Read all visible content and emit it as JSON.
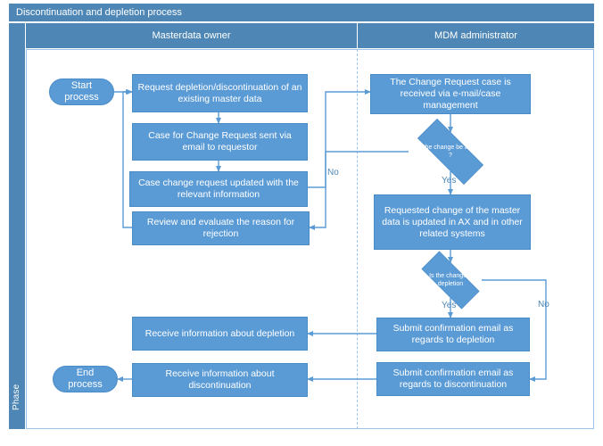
{
  "diagram": {
    "title": "Discontinuation and depletion process",
    "phase_label": "Phase",
    "accent_color": "#4E87B5",
    "shape_color": "#5B9BD5",
    "lane_border_color": "#9DC3E6"
  },
  "lanes": [
    {
      "id": "masterdata-owner",
      "label": "Masterdata owner"
    },
    {
      "id": "mdm-administrator",
      "label": "MDM administrator"
    }
  ],
  "nodes": {
    "start": {
      "label": "Start process",
      "type": "terminator",
      "lane": "masterdata-owner"
    },
    "request": {
      "label": "Request depletion/discontinuation of an existing master data",
      "type": "process",
      "lane": "masterdata-owner"
    },
    "case_sent": {
      "label": "Case for Change Request sent via email to requestor",
      "type": "process",
      "lane": "masterdata-owner"
    },
    "case_updated": {
      "label": "Case change request updated with the relevant information",
      "type": "process",
      "lane": "masterdata-owner"
    },
    "review": {
      "label": "Review and evaluate the reason for rejection",
      "type": "process",
      "lane": "masterdata-owner"
    },
    "receive_depletion": {
      "label": "Receive information about depletion",
      "type": "process",
      "lane": "masterdata-owner"
    },
    "receive_discontinuation": {
      "label": "Receive information about discontinuation",
      "type": "process",
      "lane": "masterdata-owner"
    },
    "end": {
      "label": "End process",
      "type": "terminator",
      "lane": "masterdata-owner"
    },
    "received": {
      "label": "The Change Request case is received via e-mail/case management",
      "type": "process",
      "lane": "mdm-administrator"
    },
    "approve_decision": {
      "label": "Can the change be approved ?",
      "type": "decision",
      "lane": "mdm-administrator"
    },
    "updated_ax": {
      "label": "Requested change of the master data is updated in AX and in other related systems",
      "type": "process",
      "lane": "mdm-administrator"
    },
    "depletion_decision": {
      "label": "Is the change a depletion",
      "type": "decision",
      "lane": "mdm-administrator"
    },
    "submit_depletion": {
      "label": "Submit confirmation email as regards to depletion",
      "type": "process",
      "lane": "mdm-administrator"
    },
    "submit_discontinuation": {
      "label": "Submit confirmation email as regards to discontinuation",
      "type": "process",
      "lane": "mdm-administrator"
    }
  },
  "edge_labels": {
    "approve_yes": "Yes",
    "approve_no": "No",
    "depletion_yes": "Yes",
    "depletion_no": "No"
  }
}
